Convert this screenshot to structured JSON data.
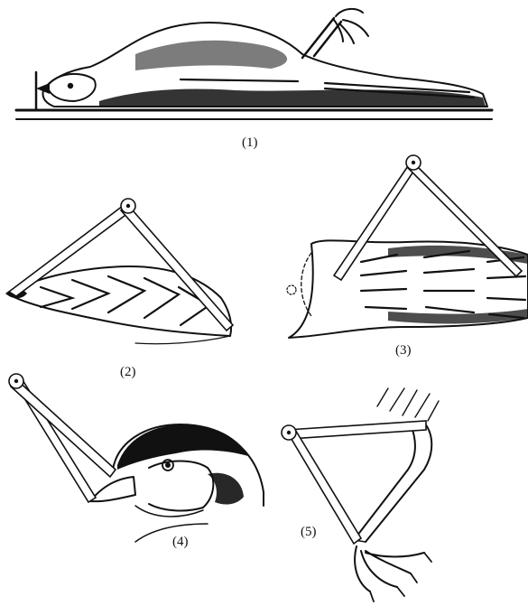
{
  "figure": {
    "panels": [
      {
        "id": "1",
        "label": "(1)"
      },
      {
        "id": "2",
        "label": "(2)"
      },
      {
        "id": "3",
        "label": "(3)"
      },
      {
        "id": "4",
        "label": "(4)"
      },
      {
        "id": "5",
        "label": "(5)"
      }
    ]
  }
}
